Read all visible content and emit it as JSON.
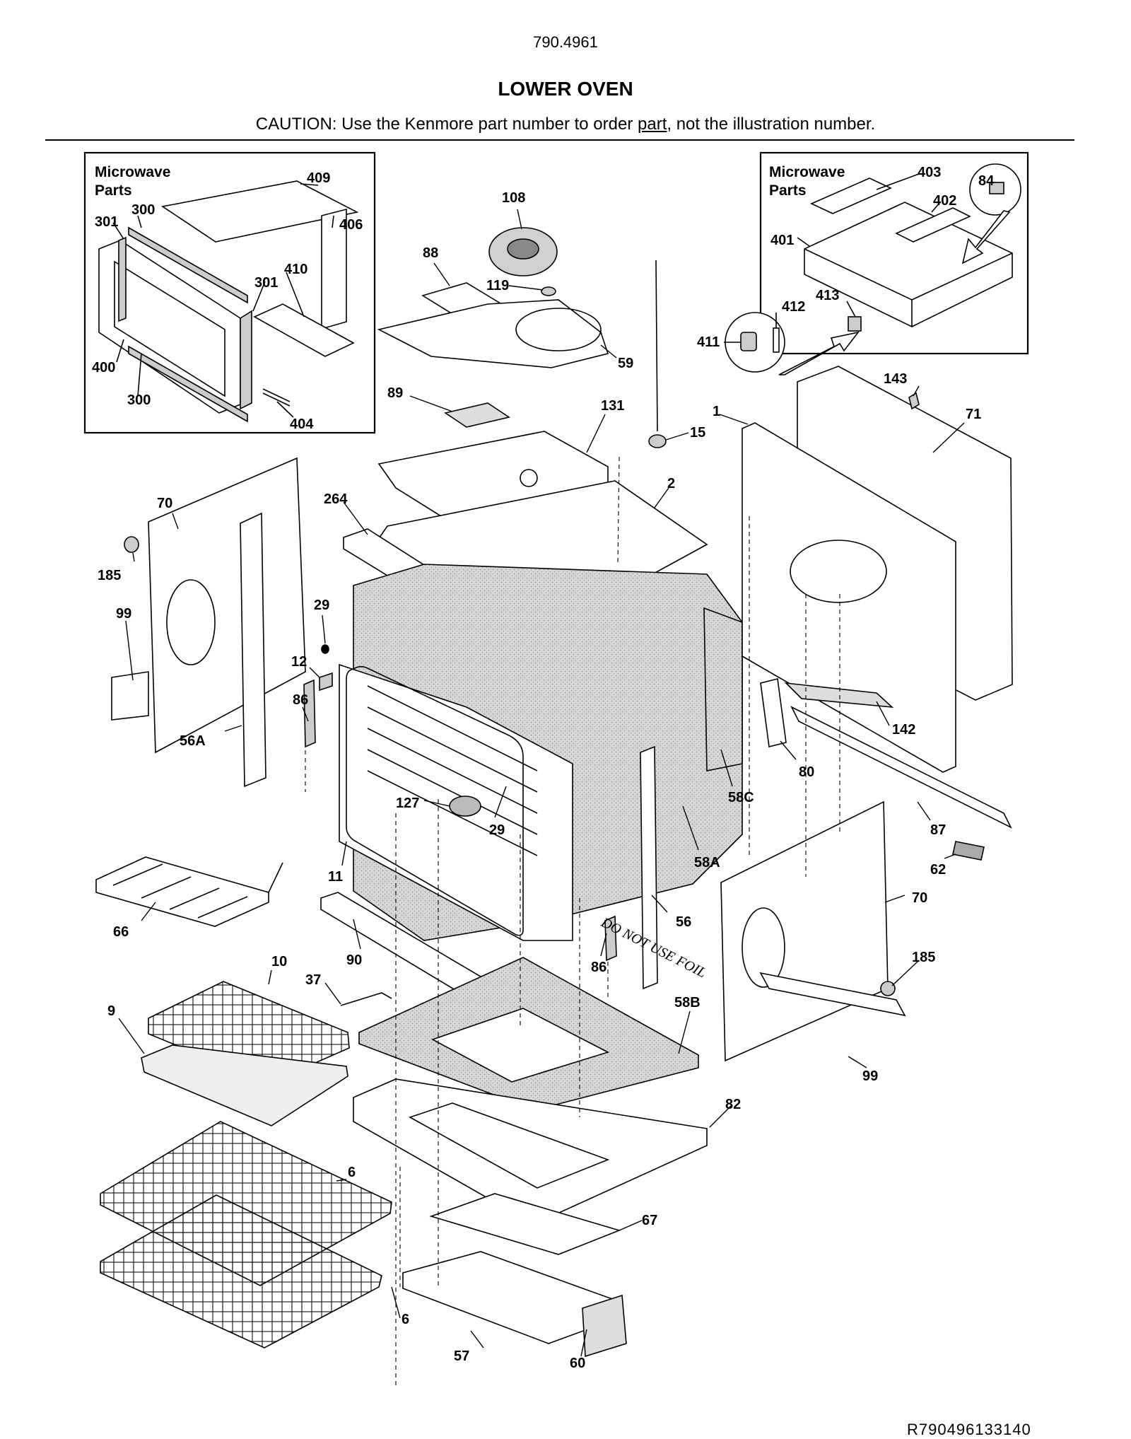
{
  "header": {
    "model": "790.4961",
    "title": "LOWER OVEN",
    "caution_before": "CAUTION: Use the Kenmore part number to order ",
    "caution_link": "part",
    "caution_after": ", not the illustration number."
  },
  "insets": {
    "left_title_line1": "Microwave",
    "left_title_line2": "Parts",
    "right_title_line1": "Microwave",
    "right_title_line2": "Parts"
  },
  "callouts": {
    "c409": "409",
    "c300a": "300",
    "c301a": "301",
    "c406": "406",
    "c301b": "301",
    "c410": "410",
    "c400": "400",
    "c300b": "300",
    "c404": "404",
    "c403": "403",
    "c84": "84",
    "c402": "402",
    "c401": "401",
    "c412": "412",
    "c413": "413",
    "c411": "411",
    "c108": "108",
    "c88": "88",
    "c119": "119",
    "c59": "59",
    "c89": "89",
    "c131": "131",
    "c15": "15",
    "c1": "1",
    "c143": "143",
    "c71": "71",
    "c70a": "70",
    "c264": "264",
    "c2": "2",
    "c185a": "185",
    "c99a": "99",
    "c29a": "29",
    "c12": "12",
    "c86a": "86",
    "c56A": "56A",
    "c142": "142",
    "c80": "80",
    "c127": "127",
    "c29b": "29",
    "c58C": "58C",
    "c11": "11",
    "c58A": "58A",
    "c87": "87",
    "c62": "62",
    "c66": "66",
    "c70b": "70",
    "c56": "56",
    "c90": "90",
    "c86b": "86",
    "c185b": "185",
    "c10": "10",
    "c37": "37",
    "c58B": "58B",
    "c9": "9",
    "c99b": "99",
    "c82": "82",
    "c6a": "6",
    "c67": "67",
    "c6b": "6",
    "c57": "57",
    "c60": "60"
  },
  "oven_label": "DO NOT USE FOIL",
  "footer": "R790496133140"
}
